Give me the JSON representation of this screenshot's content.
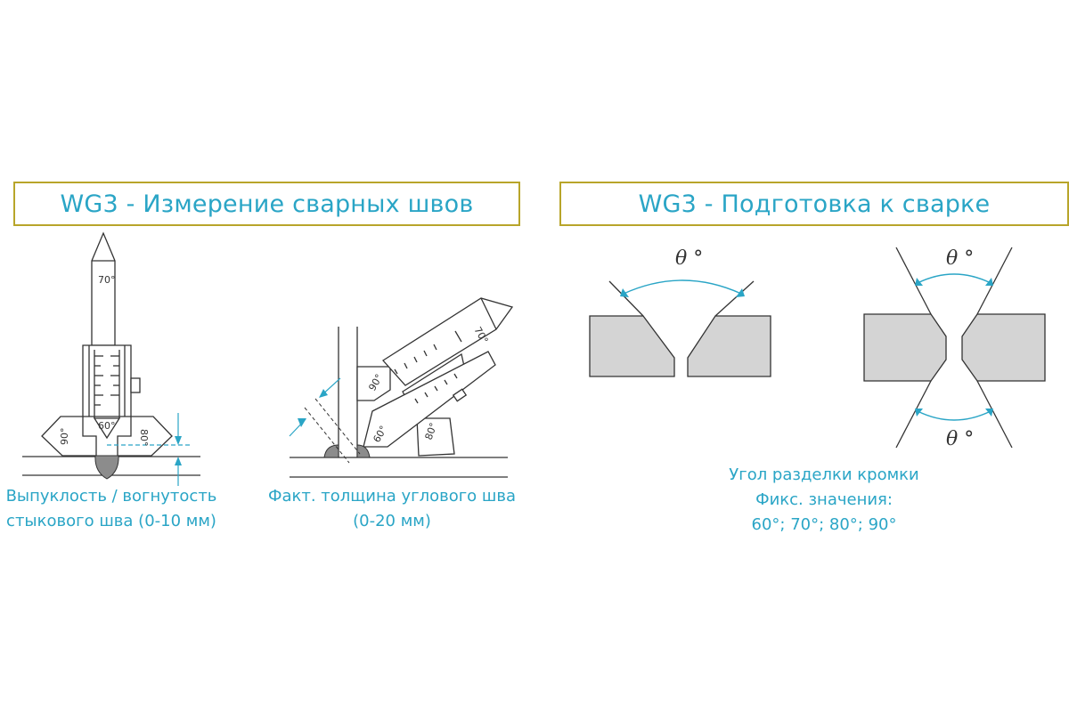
{
  "titles": {
    "left": "WG3 - Измерение сварных швов",
    "right": "WG3 - Подготовка к сварке"
  },
  "captions": {
    "butt_line1": "Выпуклость / вогнутость",
    "butt_line2": "стыкового шва (0-10 мм)",
    "fillet_line1": "Факт. толщина углового шва",
    "fillet_line2": "(0-20 мм)",
    "bevel_line1": "Угол разделки кромки",
    "bevel_line2": "Фикс. значения:",
    "bevel_line3": "60°; 70°; 80°; 90°"
  },
  "gauge_labels": {
    "a70": "70°",
    "a60": "60°",
    "a90": "90°",
    "a80": "80°"
  },
  "angle_label": "θ °",
  "colors": {
    "accent": "#2aa5c6",
    "frame": "#b8a52a",
    "plate": "#d4d4d4",
    "line": "#333333",
    "weld": "#8c8c8c"
  }
}
